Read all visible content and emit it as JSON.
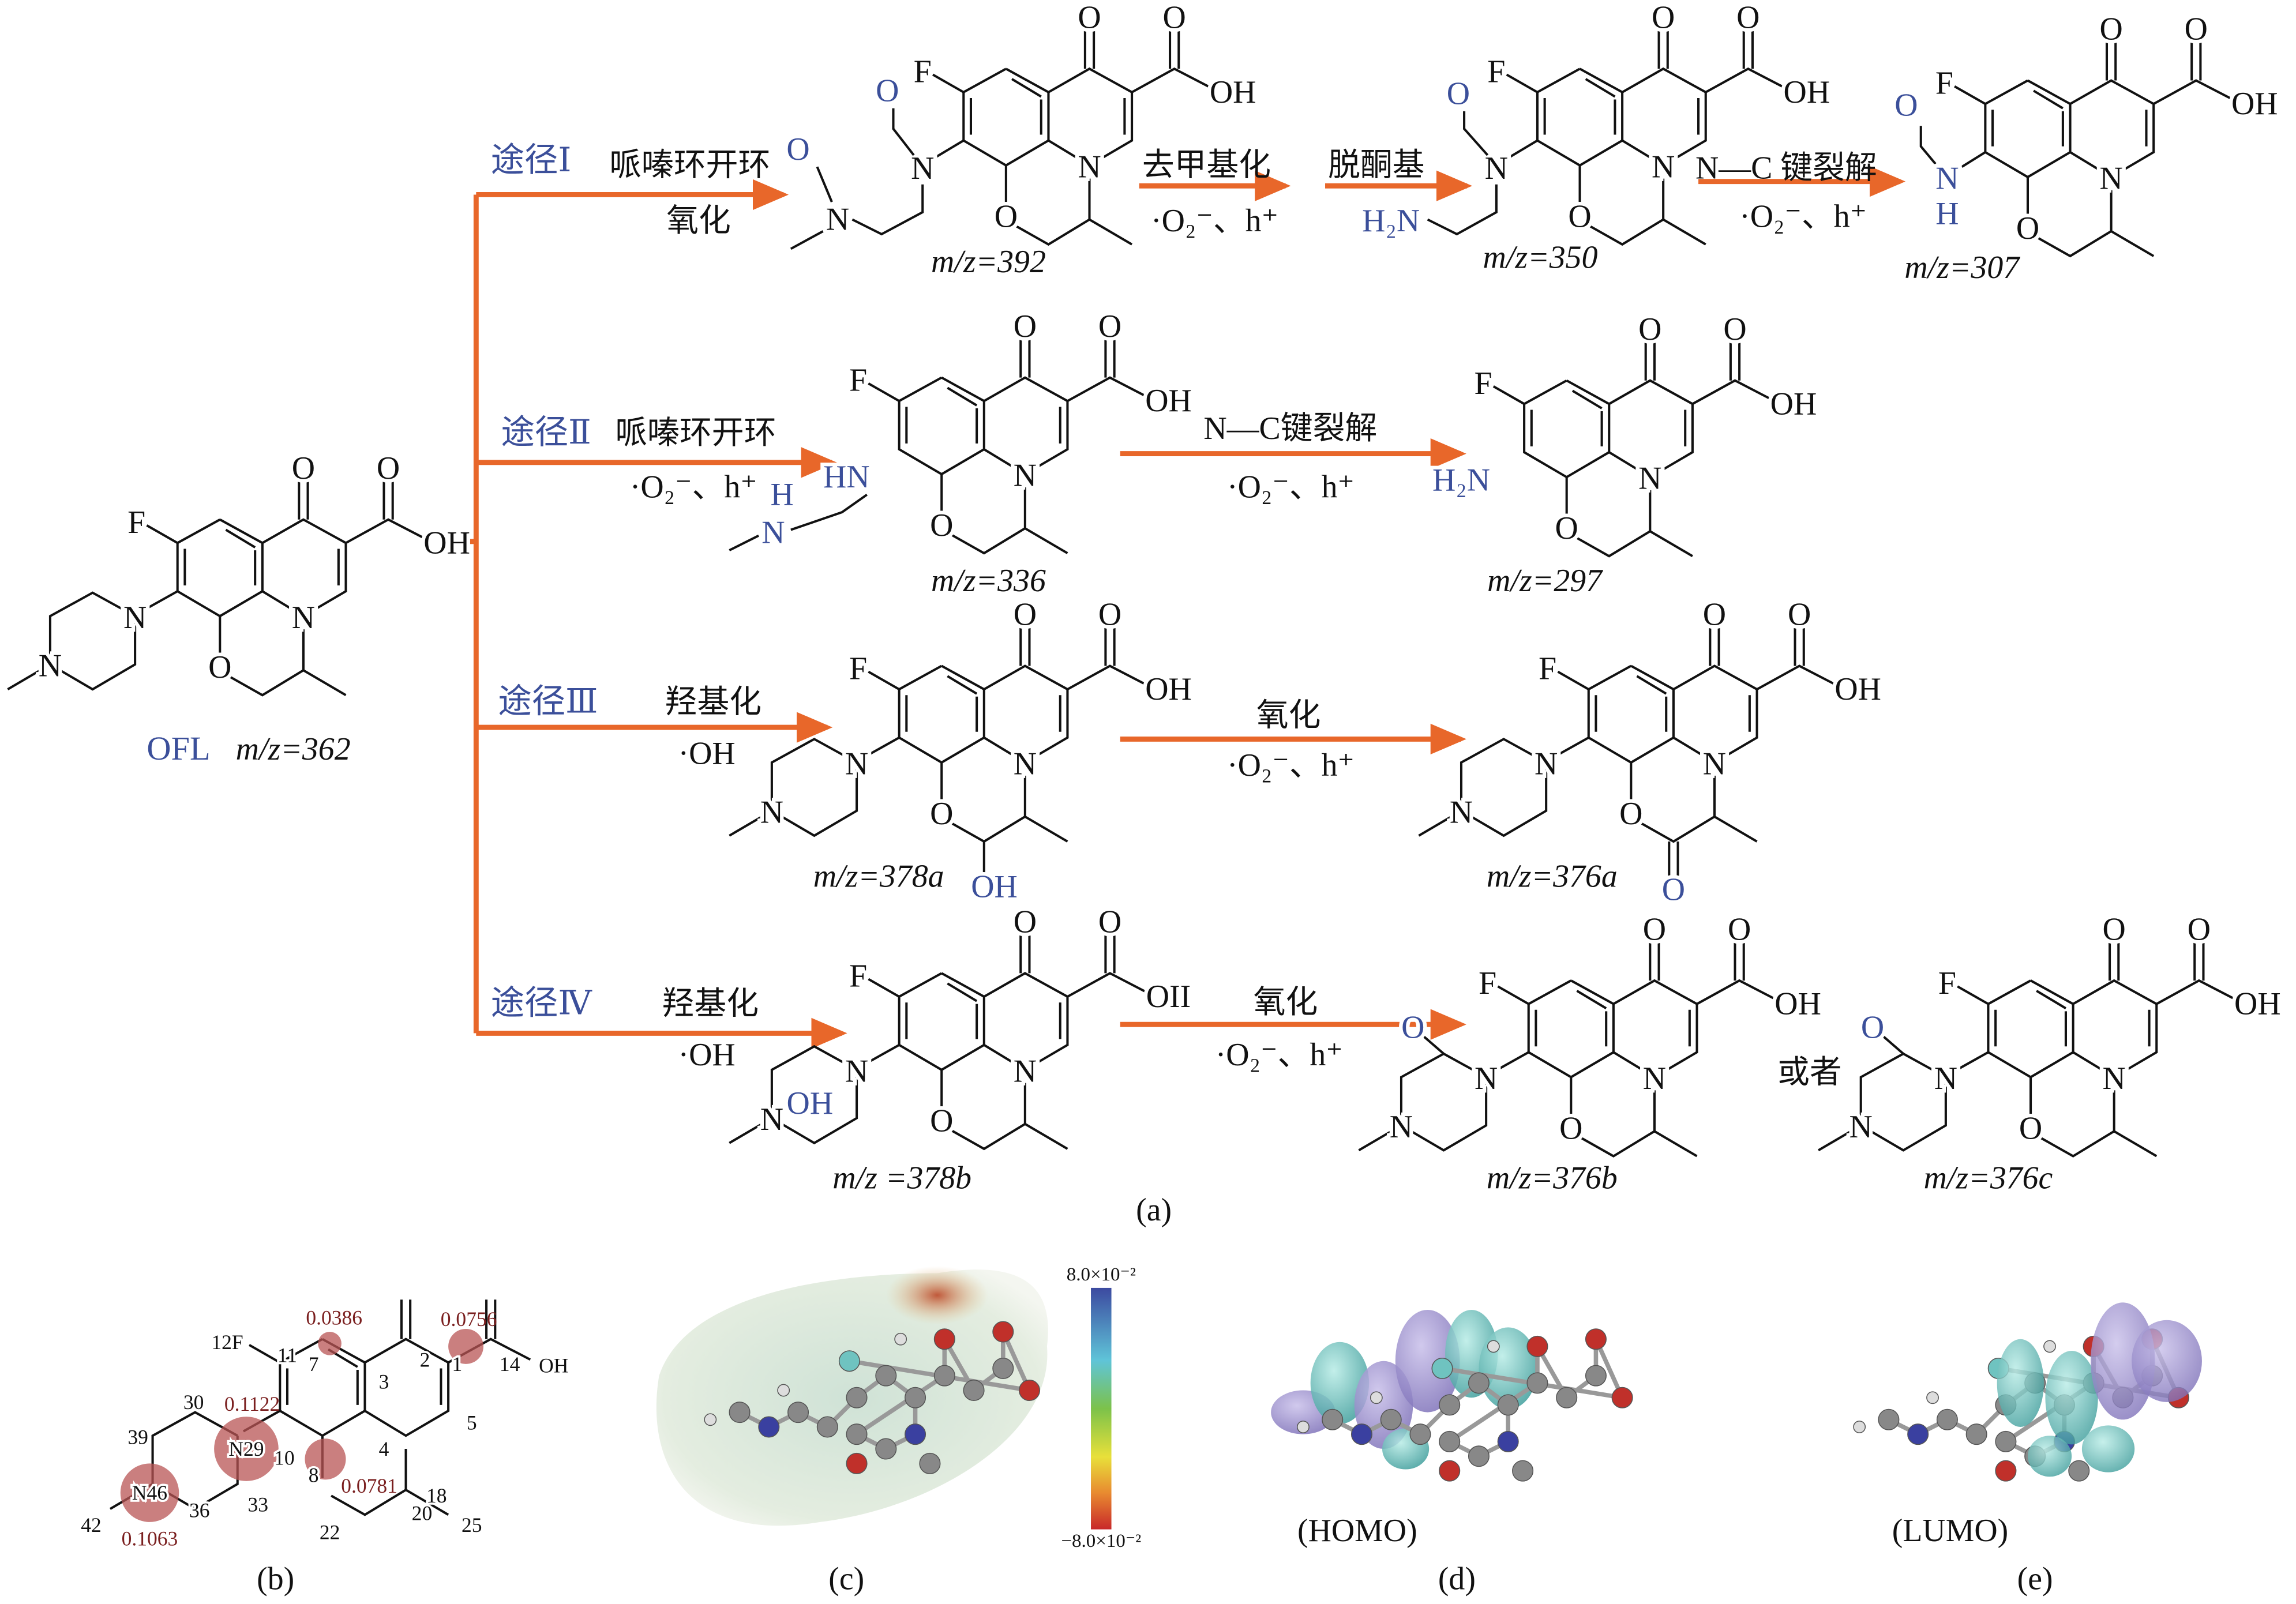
{
  "colors": {
    "arrow": "#e8672a",
    "pathway_label": "#3b4f9a",
    "charge": "#7a1f1f"
  },
  "atoms": {
    "F": "F",
    "O": "O",
    "OH": "OH",
    "N": "N"
  },
  "parent": {
    "name": "OFL",
    "mz": "m/z=362"
  },
  "pathway1": {
    "label": "途径Ⅰ",
    "step1_top": "哌嗪环开环",
    "step1_bottom": "氧化",
    "step2_top": "去甲基化",
    "step2_bottom": "·O₂⁻、h⁺",
    "step3_top": "脱酮基",
    "step4_top": "N—C 键裂解",
    "step4_bottom": "·O₂⁻、h⁺"
  },
  "pathway2": {
    "label": "途径Ⅱ",
    "step1_top": "哌嗪环开环",
    "step1_bottom": "·O₂⁻、h⁺",
    "step2_top": "N—C键裂解",
    "step2_bottom": "·O₂⁻、h⁺"
  },
  "pathway3": {
    "label": "途径Ⅲ",
    "step1_top": "羟基化",
    "step1_bottom": "·OH",
    "step2_top": "氧化",
    "step2_bottom": "·O₂⁻、h⁺"
  },
  "pathway4": {
    "label": "途径Ⅳ",
    "step1_top": "羟基化",
    "step1_bottom": "·OH",
    "step2_top": "氧化",
    "step2_bottom": "·O₂⁻、h⁺",
    "alternative": "或者"
  },
  "products": {
    "p392": "m/z=392",
    "p350": "m/z=350",
    "p307": "m/z=307",
    "p336": "m/z=336",
    "p297": "m/z=297",
    "p378a": "m/z=378a",
    "p376a": "m/z=376a",
    "p378b": "m/z =378b",
    "p376b": "m/z=376b",
    "p376c": "m/z=376c"
  },
  "substituents": {
    "H2N": "H₂N",
    "HN": "HN",
    "H": "H",
    "NH": "N",
    "OH": "OH",
    "O": "O",
    "N": "N",
    "OII": "OII"
  },
  "panel_a_caption": "(a)",
  "panel_b": {
    "caption": "(b)",
    "atom_numbers": [
      "12F",
      "11",
      "7",
      "3",
      "2",
      "1",
      "14",
      "OH",
      "30",
      "39",
      "10",
      "8",
      "4",
      "5",
      "18",
      "33",
      "36",
      "42",
      "22",
      "20",
      "25",
      "N29",
      "N46"
    ],
    "charges": [
      "0.0386",
      "0.0756",
      "0.1122",
      "0.0781",
      "0.1063"
    ]
  },
  "panel_c": {
    "caption": "(c)",
    "colorbar_max": "8.0×10⁻²",
    "colorbar_min": "−8.0×10⁻²"
  },
  "panel_d": {
    "caption": "(d)",
    "label": "(HOMO)"
  },
  "panel_e": {
    "caption": "(e)",
    "label": "(LUMO)"
  }
}
